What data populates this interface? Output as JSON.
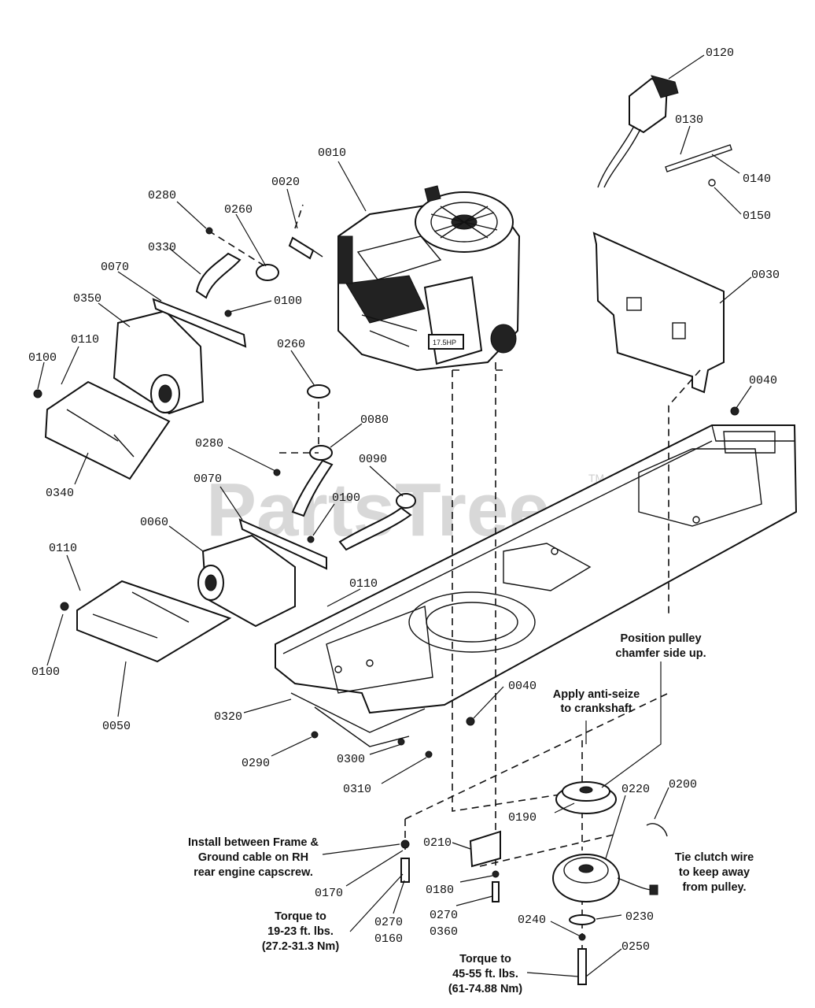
{
  "watermark": "PartsTree",
  "trademark": "TM",
  "engine_decal": "17.5HP",
  "part_labels": {
    "p0010": "0010",
    "p0020": "0020",
    "p0030": "0030",
    "p0040a": "0040",
    "p0040b": "0040",
    "p0050": "0050",
    "p0060": "0060",
    "p0070a": "0070",
    "p0070b": "0070",
    "p0080": "0080",
    "p0090": "0090",
    "p0100a": "0100",
    "p0100b": "0100",
    "p0100c": "0100",
    "p0100d": "0100",
    "p0110a": "0110",
    "p0110b": "0110",
    "p0110c": "0110",
    "p0120": "0120",
    "p0130": "0130",
    "p0140": "0140",
    "p0150": "0150",
    "p0160": "0160",
    "p0170": "0170",
    "p0180": "0180",
    "p0190": "0190",
    "p0200": "0200",
    "p0210": "0210",
    "p0220": "0220",
    "p0230": "0230",
    "p0240": "0240",
    "p0250": "0250",
    "p0260a": "0260",
    "p0260b": "0260",
    "p0270a": "0270",
    "p0270b": "0270",
    "p0280a": "0280",
    "p0280b": "0280",
    "p0290": "0290",
    "p0300": "0300",
    "p0310": "0310",
    "p0320": "0320",
    "p0330": "0330",
    "p0340": "0340",
    "p0350": "0350",
    "p0360": "0360"
  },
  "notes": {
    "pulley_1": "Position pulley",
    "pulley_2": "chamfer side up.",
    "antiseize_1": "Apply anti-seize",
    "antiseize_2": "to crankshaft",
    "ground_1": "Install between Frame &",
    "ground_2": "Ground cable on RH",
    "ground_3": "rear engine capscrew.",
    "torque1_1": "Torque to",
    "torque1_2": "19-23 ft. lbs.",
    "torque1_3": "(27.2-31.3 Nm)",
    "torque2_1": "Torque to",
    "torque2_2": "45-55 ft. lbs.",
    "torque2_3": "(61-74.88 Nm)",
    "clutch_1": "Tie clutch wire",
    "clutch_2": "to keep away",
    "clutch_3": "from pulley."
  }
}
